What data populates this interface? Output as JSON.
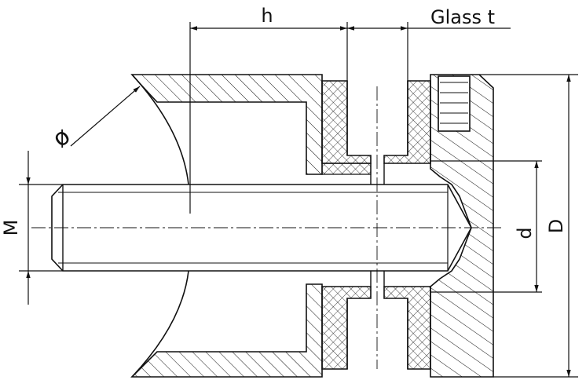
{
  "labels": {
    "h": "h",
    "glass_t": "Glass t",
    "phi": "ø",
    "m": "M",
    "d": "d",
    "D": "D"
  },
  "colors": {
    "stroke": "#111111",
    "background": "#ffffff"
  }
}
